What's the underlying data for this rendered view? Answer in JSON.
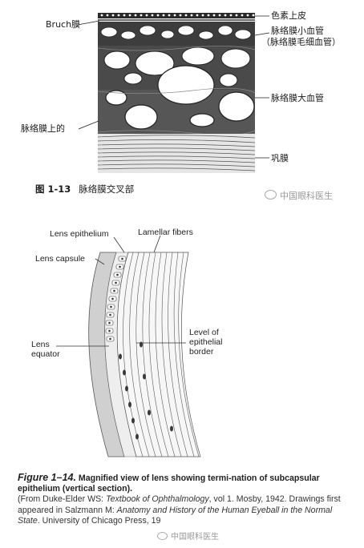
{
  "figure1": {
    "labels": {
      "bruch": "Bruch膜",
      "pigment": "色素上皮",
      "small_vessel_1": "脉络膜小血管",
      "small_vessel_2": "（脉络膜毛细血管）",
      "large_vessel": "脉络膜大血管",
      "suprachoroid": "脉络膜上的",
      "sclera": "巩膜"
    },
    "caption_num": "图 1-13",
    "caption_text": "脉络膜交叉部"
  },
  "watermark_1": "中国眼科医生",
  "figure2": {
    "labels": {
      "lens_epithelium": "Lens epithelium",
      "lamellar_fibers": "Lamellar fibers",
      "lens_capsule": "Lens capsule",
      "lens_equator_1": "Lens",
      "lens_equator_2": "equator",
      "level_1": "Level of",
      "level_2": "epithelial",
      "level_3": "border"
    },
    "caption_title": "Figure 1–14.",
    "caption_bold": "Magnified view of lens showing termi-nation of subcapsular epithelium (vertical section).",
    "caption_src_1": "(From Duke-Elder WS: ",
    "caption_src_book1": "Textbook of Ophthalmology",
    "caption_src_2": ", vol 1. Mosby, 1942. Drawings first appeared in Salzmann M: ",
    "caption_src_book2": "Anatomy and History of the Human Eyeball in the Normal State",
    "caption_src_3": ". University of Chicago Press, 19",
    "watermark": "中国眼科医生"
  }
}
